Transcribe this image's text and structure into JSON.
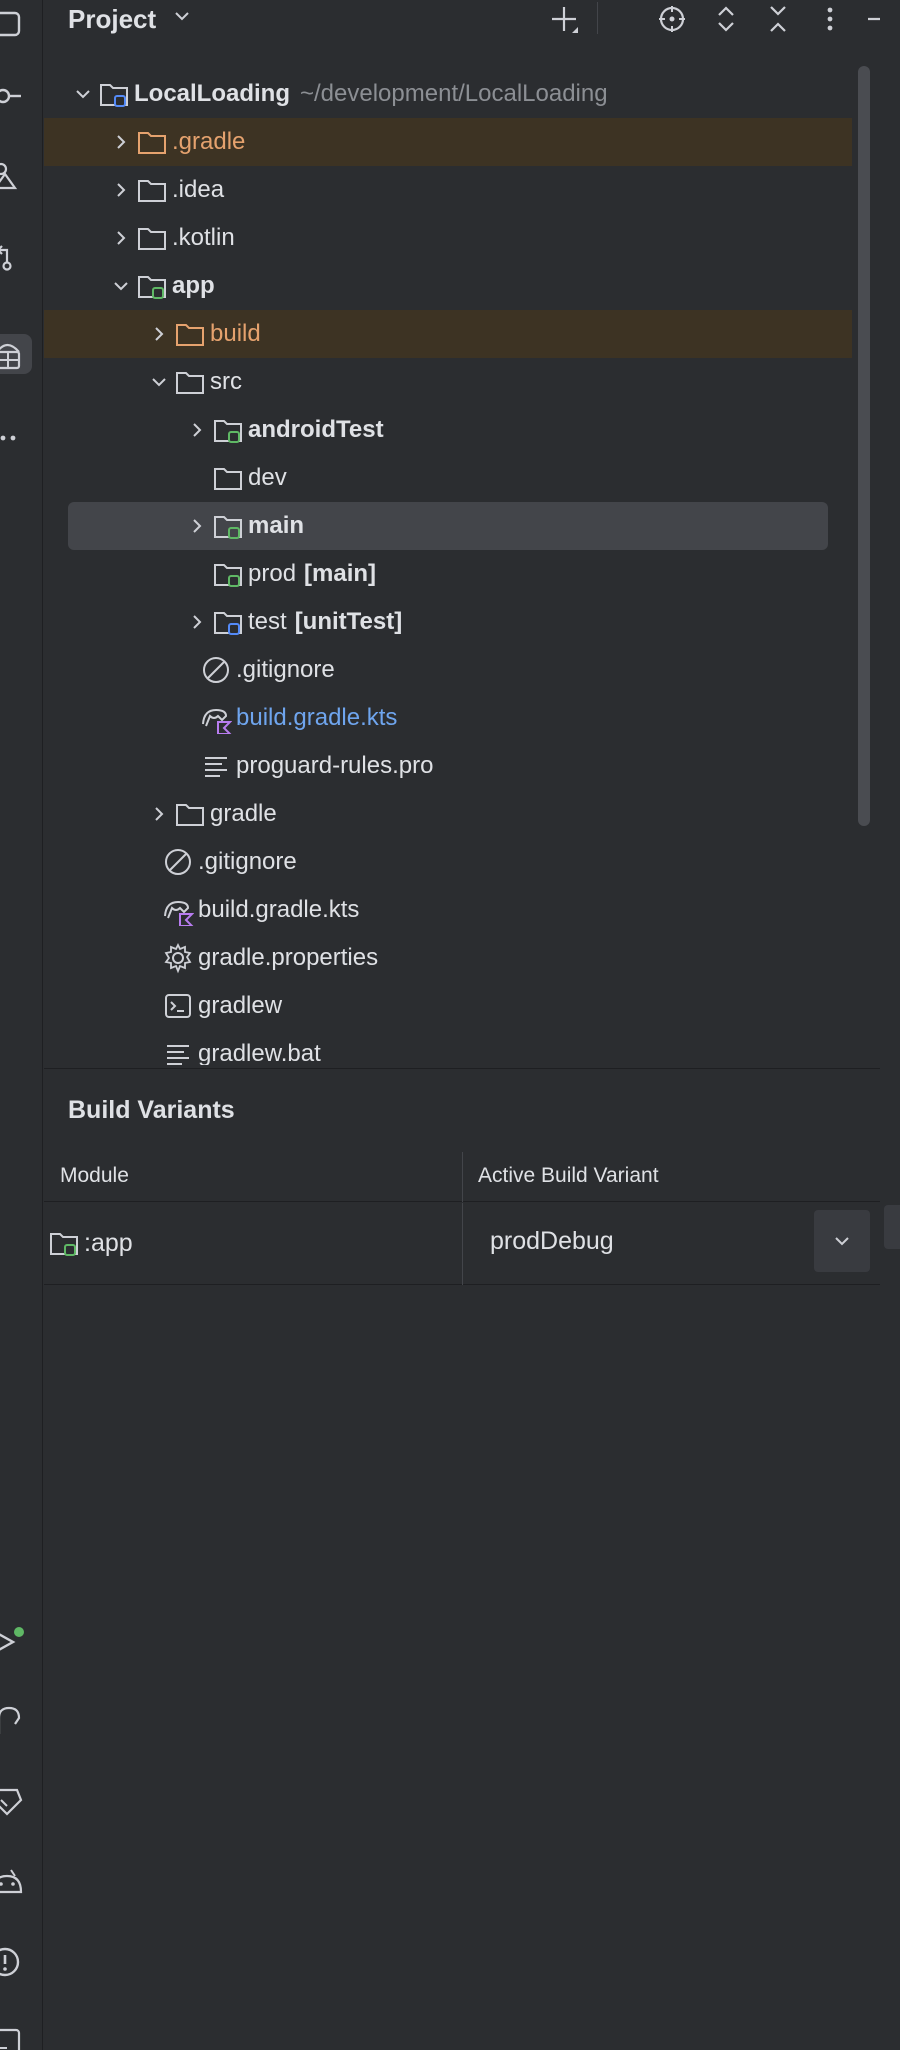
{
  "header": {
    "title": "Project"
  },
  "tree": [
    {
      "label": ".gradle",
      "style": "orange",
      "chevron": "right",
      "icon": "folder-orange"
    },
    {
      "label": ".idea",
      "style": "",
      "chevron": "right",
      "icon": "folder"
    },
    {
      "label": ".kotlin",
      "style": "",
      "chevron": "right",
      "icon": "folder"
    },
    {
      "label": "app",
      "style": "bold",
      "chevron": "down",
      "icon": "module-folder"
    },
    {
      "label": "build",
      "style": "orange",
      "chevron": "right",
      "icon": "folder-orange"
    },
    {
      "label": "src",
      "style": "",
      "chevron": "down",
      "icon": "folder"
    },
    {
      "label": "androidTest",
      "style": "bold",
      "chevron": "right",
      "icon": "source-folder-green"
    },
    {
      "label": "dev",
      "style": "",
      "chevron": "",
      "icon": "folder"
    },
    {
      "label": "main",
      "style": "bold",
      "chevron": "right",
      "icon": "source-folder-green"
    },
    {
      "label": "prod",
      "suffix": "[main]",
      "style": "",
      "chevron": "",
      "icon": "source-folder-green"
    },
    {
      "label": "test",
      "suffix": "[unitTest]",
      "style": "",
      "chevron": "right",
      "icon": "source-folder-blue"
    },
    {
      "label": ".gitignore",
      "style": "",
      "chevron": "",
      "icon": "ignore-file"
    },
    {
      "label": "build.gradle.kts",
      "style": "blue",
      "chevron": "",
      "icon": "gradle-kts"
    },
    {
      "label": "proguard-rules.pro",
      "style": "",
      "chevron": "",
      "icon": "text-file"
    },
    {
      "label": "gradle",
      "style": "",
      "chevron": "right",
      "icon": "folder"
    },
    {
      "label": ".gitignore",
      "style": "",
      "chevron": "",
      "icon": "ignore-file"
    },
    {
      "label": "build.gradle.kts",
      "style": "",
      "chevron": "",
      "icon": "gradle-kts"
    },
    {
      "label": "gradle.properties",
      "style": "",
      "chevron": "",
      "icon": "gear-file"
    },
    {
      "label": "gradlew",
      "style": "",
      "chevron": "",
      "icon": "terminal-file"
    },
    {
      "label": "gradlew.bat",
      "style": "",
      "chevron": "",
      "icon": "text-file"
    }
  ],
  "root": {
    "label": "LocalLoading",
    "path": "~/development/LocalLoading"
  },
  "build_variants": {
    "title": "Build Variants",
    "col_module": "Module",
    "col_variant": "Active Build Variant",
    "rows": [
      {
        "module": ":app",
        "variant": "prodDebug"
      }
    ]
  },
  "colors": {
    "background": "#2b2d30",
    "selection": "#43454a",
    "excluded_highlight": "#3d3323",
    "orange_text": "#e5a26e",
    "blue_text": "#6fa5ee",
    "green_marker": "#5fb865",
    "blue_marker": "#548af7"
  }
}
